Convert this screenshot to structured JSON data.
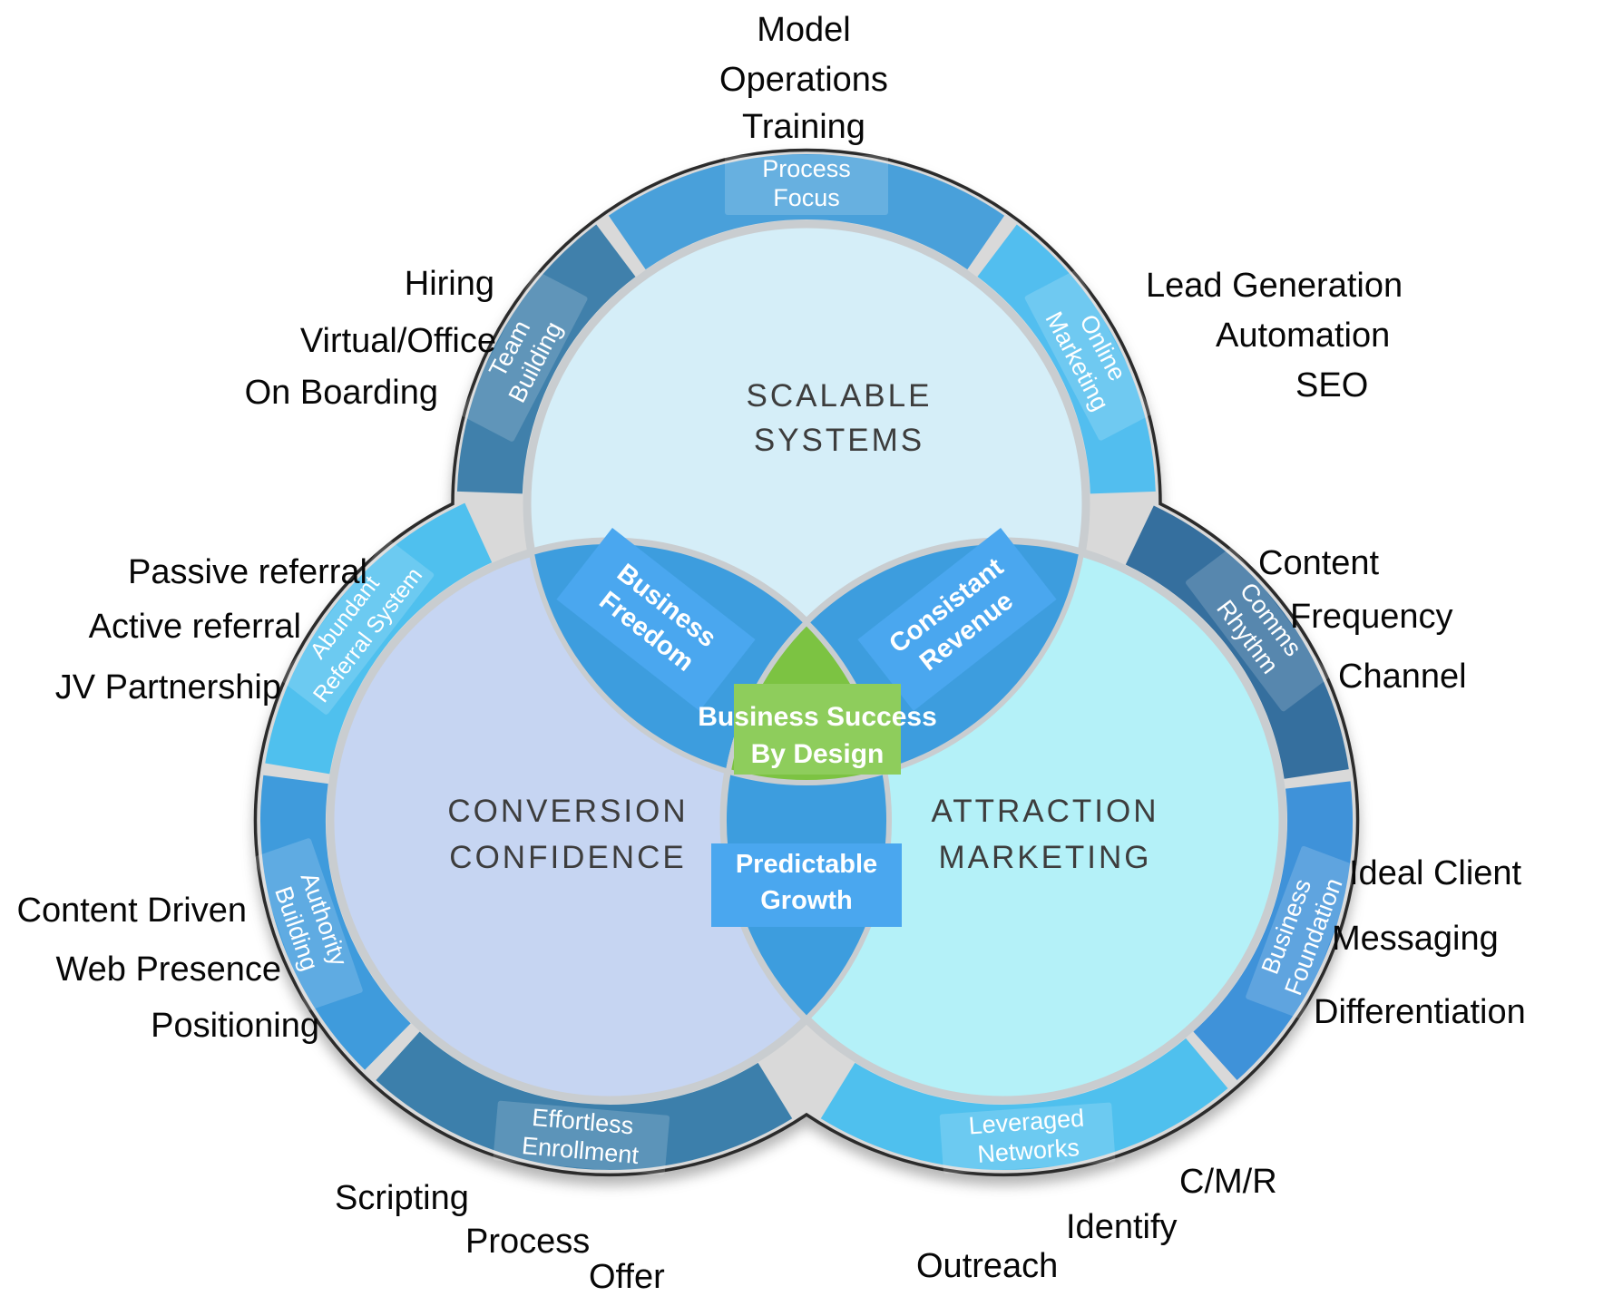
{
  "center": {
    "line1": "Business Success",
    "line2": "By Design",
    "fill": "#7cc342",
    "box_fill": "#8ecd5c"
  },
  "circles": {
    "scalable": {
      "title1": "SCALABLE",
      "title2": "SYSTEMS",
      "fill": "#d5eef8"
    },
    "conversion": {
      "title1": "CONVERSION",
      "title2": "CONFIDENCE",
      "fill": "#c6d5f2"
    },
    "attraction": {
      "title1": "ATTRACTION",
      "title2": "MARKETING",
      "fill": "#b4f1f8"
    }
  },
  "overlaps": {
    "business_freedom": {
      "line1": "Business",
      "line2": "Freedom",
      "fill": "#3d9dde",
      "box_fill": "#4aa7ef"
    },
    "consistant_revenue": {
      "line1": "Consistant",
      "line2": "Revenue",
      "fill": "#3d9dde",
      "box_fill": "#4aa7ef"
    },
    "predictable_growth": {
      "line1": "Predictable",
      "line2": "Growth",
      "fill": "#3d9dde",
      "box_fill": "#4aa7ef"
    }
  },
  "ring": {
    "process_focus": {
      "line1": "Process",
      "line2": "Focus",
      "color": "#49a0da"
    },
    "team_building": {
      "line1": "Team",
      "line2": "Building",
      "color": "#4080ab"
    },
    "online_marketing": {
      "line1": "Online",
      "line2": "Marketing",
      "color": "#52beef"
    },
    "abundant_referral": {
      "line1": "Abundant",
      "line2": "Referral System",
      "color": "#4fc0ee"
    },
    "authority_building": {
      "line1": "Authority",
      "line2": "Building",
      "color": "#3f9bdc"
    },
    "effortless_enrollment": {
      "line1": "Effortless",
      "line2": "Enrollment",
      "color": "#3c7fab"
    },
    "leveraged_networks": {
      "line1": "Leveraged",
      "line2": "Networks",
      "color": "#4fc0ee"
    },
    "business_foundation": {
      "line1": "Business",
      "line2": "Foundation",
      "color": "#3f92d9"
    },
    "comms_rhythm": {
      "line1": "Comms",
      "line2": "Rhythm",
      "color": "#356f9e"
    }
  },
  "outer_labels": {
    "top": {
      "l1": "Model",
      "l2": "Operations",
      "l3": "Training"
    },
    "top_left": {
      "l1": "Hiring",
      "l2": "Virtual/Office",
      "l3": "On Boarding"
    },
    "top_right": {
      "l1": "Lead Generation",
      "l2": "Automation",
      "l3": "SEO"
    },
    "left": {
      "l1": "Passive referral",
      "l2": "Active referral",
      "l3": "JV Partnership"
    },
    "left_lower": {
      "l1": "Content Driven",
      "l2": "Web Presence",
      "l3": "Positioning"
    },
    "bottom_left": {
      "l1": "Scripting",
      "l2": "Process",
      "l3": "Offer"
    },
    "bottom_right": {
      "l1": "C/M/R",
      "l2": "Identify",
      "l3": "Outreach"
    },
    "right": {
      "l1": "Content",
      "l2": "Frequency",
      "l3": "Channel"
    },
    "right_lower": {
      "l1": "Ideal Client",
      "l2": "Messaging",
      "l3": "Differentiation"
    }
  }
}
